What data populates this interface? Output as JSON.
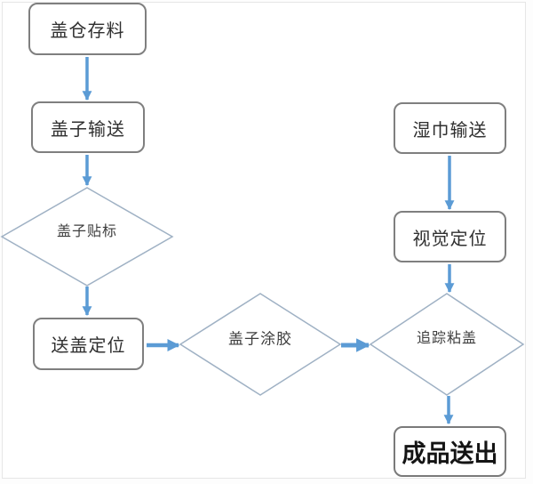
{
  "diagram": {
    "type": "flowchart",
    "nodes": [
      {
        "id": "lid-storage",
        "label": "盖仓存料",
        "shape": "rounded-rect"
      },
      {
        "id": "lid-convey",
        "label": "盖子输送",
        "shape": "rounded-rect"
      },
      {
        "id": "lid-labeling",
        "label": "盖子贴标",
        "shape": "diamond"
      },
      {
        "id": "lid-positioning",
        "label": "送盖定位",
        "shape": "rounded-rect"
      },
      {
        "id": "lid-gluing",
        "label": "盖子涂胶",
        "shape": "diamond"
      },
      {
        "id": "wipes-convey",
        "label": "湿巾输送",
        "shape": "rounded-rect"
      },
      {
        "id": "vision-positioning",
        "label": "视觉定位",
        "shape": "rounded-rect"
      },
      {
        "id": "tracking-sticking",
        "label": "追踪粘盖",
        "shape": "diamond"
      },
      {
        "id": "product-output",
        "label": "成品送出",
        "shape": "rounded-rect"
      }
    ],
    "edges": [
      {
        "from": "lid-storage",
        "to": "lid-convey"
      },
      {
        "from": "lid-convey",
        "to": "lid-labeling"
      },
      {
        "from": "lid-labeling",
        "to": "lid-positioning"
      },
      {
        "from": "lid-positioning",
        "to": "lid-gluing"
      },
      {
        "from": "lid-gluing",
        "to": "tracking-sticking"
      },
      {
        "from": "wipes-convey",
        "to": "vision-positioning"
      },
      {
        "from": "vision-positioning",
        "to": "tracking-sticking"
      },
      {
        "from": "tracking-sticking",
        "to": "product-output"
      }
    ],
    "colors": {
      "arrow": "#5B9BD5",
      "process_border": "#7F7F7F",
      "decision_border": "#9FB1C4",
      "text": "#333333",
      "background": "#FFFFFF",
      "page_border": "#E6E6E6"
    }
  }
}
